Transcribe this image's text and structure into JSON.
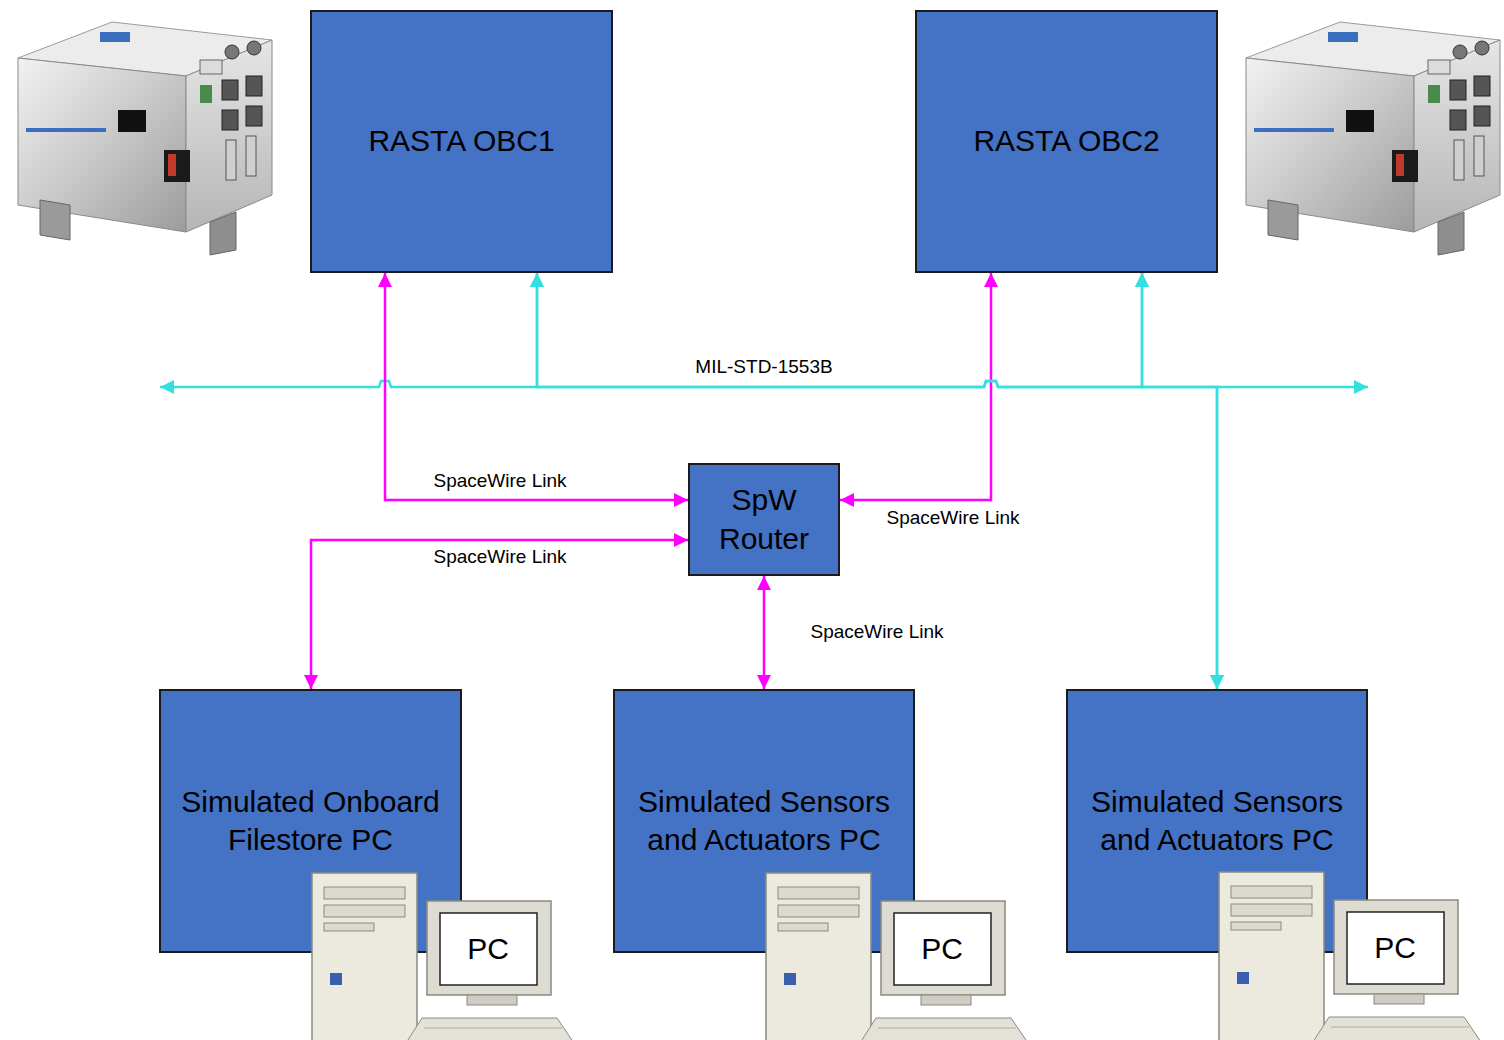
{
  "diagram": {
    "nodes": [
      {
        "text": [
          "RASTA OBC1"
        ]
      },
      {
        "text": [
          "RASTA OBC2"
        ]
      },
      {
        "text": [
          "SpW Router"
        ]
      },
      {
        "text": [
          "Simulated Onboard Filestore PC"
        ]
      },
      {
        "text": [
          "Simulated Sensors and Actuators PC"
        ]
      },
      {
        "text": [
          "Simulated Sensors and Actuators PC"
        ]
      }
    ],
    "edges": [
      {
        "from": 0,
        "to": 2,
        "label": "SpaceWire Link",
        "arrow": "both"
      },
      {
        "from": 1,
        "to": 2,
        "label": "SpaceWire Link",
        "arrow": "both"
      },
      {
        "from": 3,
        "to": 2,
        "label": "SpaceWire Link",
        "arrow": "both"
      },
      {
        "from": 2,
        "to": 4,
        "label": "SpaceWire Link",
        "arrow": "both"
      },
      {
        "from": 0,
        "to": 5,
        "arrow": "both"
      },
      {
        "from": 1,
        "to": 5,
        "arrow": "both"
      },
      {
        "from": 0,
        "to": 1,
        "arrow": "both"
      }
    ],
    "labels": [
      "MIL-STD-1553B",
      "PC",
      "PC",
      "PC"
    ]
  }
}
